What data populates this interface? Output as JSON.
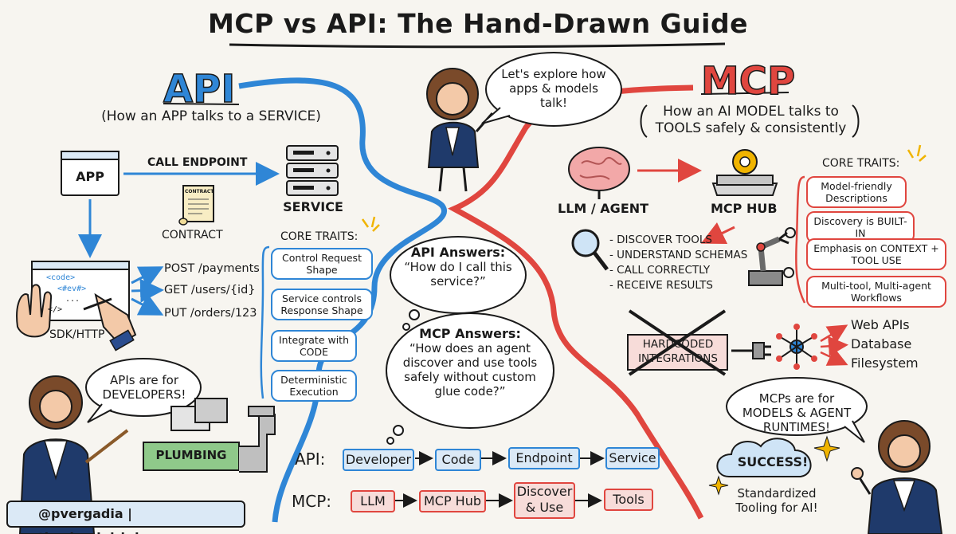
{
  "title": "MCP vs API: The Hand-Drawn Guide",
  "center": {
    "speech": "Let's explore how apps & models talk!"
  },
  "api": {
    "heading": "API",
    "subtitle": "(How an APP talks to a SERVICE)",
    "app_label": "APP",
    "call_label": "CALL ENDPOINT",
    "service_label": "SERVICE",
    "contract_tag": "CONTRACT",
    "contract_label": "CONTRACT",
    "sdk_label": "SDK/HTTP",
    "code_lines": [
      "<code>",
      "<#ev#>",
      "...",
      "</>"
    ],
    "endpoints": [
      "POST /payments",
      "GET /users/{id}",
      "PUT /orders/123"
    ],
    "core_traits_label": "CORE TRAITS:",
    "traits": [
      "Control Request Shape",
      "Service controls Response Shape",
      "Integrate with CODE",
      "Deterministic Execution"
    ],
    "speech": "APIs are for DEVELOPERS!",
    "plumbing_label": "PLUMBING"
  },
  "mcp": {
    "heading": "MCP",
    "subtitle": "How an AI MODEL talks to TOOLS safely & consistently",
    "llm_label": "LLM / AGENT",
    "hub_label": "MCP HUB",
    "steps": [
      "- DISCOVER TOOLS",
      "- UNDERSTAND SCHEMAS",
      "- CALL CORRECTLY",
      "- RECEIVE RESULTS"
    ],
    "core_traits_label": "CORE TRAITS:",
    "traits": [
      "Model-friendly Descriptions",
      "Discovery is BUILT-IN",
      "Emphasis on CONTEXT + TOOL USE",
      "Multi-tool, Multi-agent Workflows"
    ],
    "hardcoded_label": "HARDCODED INTEGRATIONS",
    "targets": [
      "Web APIs",
      "Database",
      "Filesystem"
    ],
    "speech": "MCPs are for MODELS & AGENT RUNTIMES!",
    "success_label": "SUCCESS!",
    "standardized_label": "Standardized Tooling for AI!"
  },
  "answers": {
    "api_title": "API Answers:",
    "api_text": "“How do I call this service?”",
    "mcp_title": "MCP Answers:",
    "mcp_text": "“How does an agent discover and use tools safely without custom glue code?”"
  },
  "flows": {
    "api_label": "API:",
    "api_steps": [
      "Developer",
      "Code",
      "Endpoint",
      "Service"
    ],
    "mcp_label": "MCP:",
    "mcp_steps": [
      "LLM",
      "MCP Hub",
      "Discover & Use",
      "Tools"
    ]
  },
  "footer": "@pvergadia | thecloudgirl.dev",
  "colors": {
    "api_blue": "#2f86d6",
    "mcp_red": "#e0463f",
    "paper": "#f7f5f0"
  }
}
